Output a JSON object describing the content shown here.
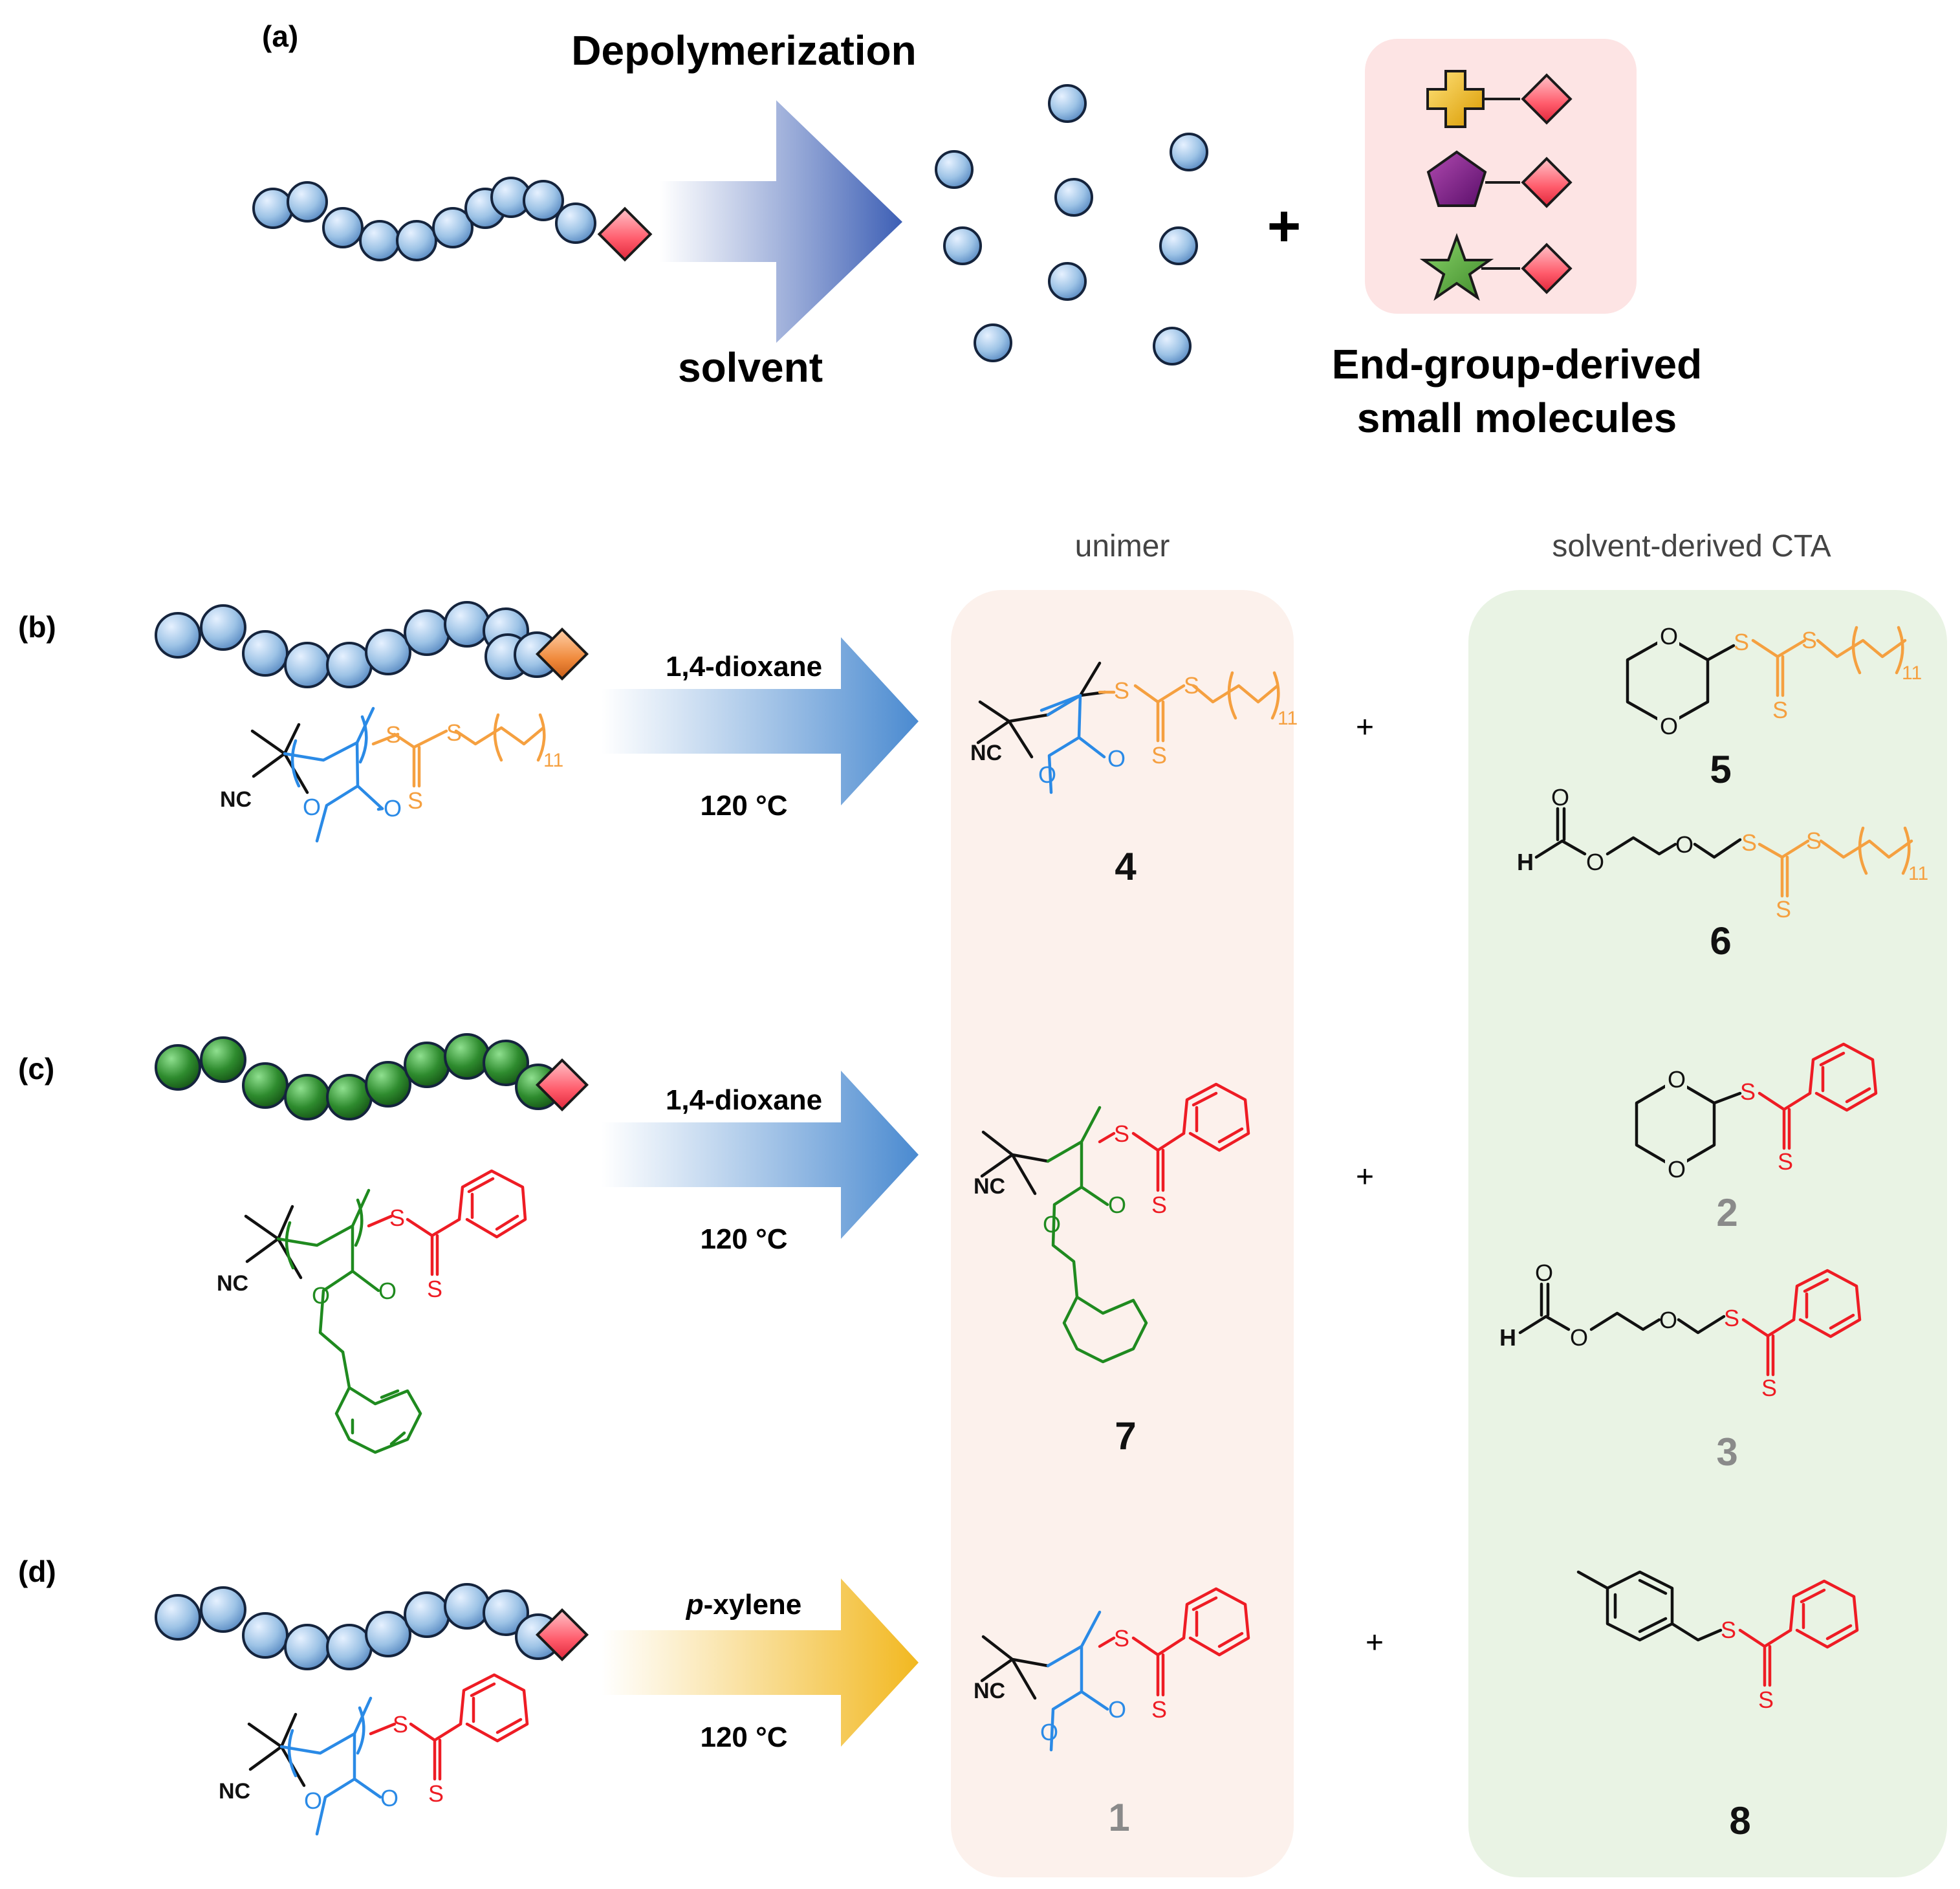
{
  "panel_labels": {
    "a": "(a)",
    "b": "(b)",
    "c": "(c)",
    "d": "(d)"
  },
  "panel_a": {
    "top_label": "Depolymerization",
    "bottom_label": "solvent",
    "plus": "+",
    "products_line1": "End-group-derived",
    "products_line2": "small molecules"
  },
  "column_headers": {
    "unimer": "unimer",
    "cta": "solvent-derived CTA"
  },
  "reactions": [
    {
      "solvent": "1,4-dioxane",
      "temperature": "120 °C"
    },
    {
      "solvent": "1,4-dioxane",
      "temperature": "120 °C"
    },
    {
      "solvent_prefix": "p",
      "solvent_rest": "-xylene",
      "temperature": "120 °C"
    }
  ],
  "plus_sign": "+",
  "atoms": {
    "S": "S",
    "O": "O",
    "H": "H",
    "NC": "NC",
    "repeat": "11"
  },
  "compounds": {
    "c4": "4",
    "c5": "5",
    "c6": "6",
    "c7": "7",
    "c2": "2",
    "c3": "3",
    "c1": "1",
    "c8": "8"
  },
  "colors": {
    "monomer_blue": "#9dc3e6",
    "monomer_green": "#2e8b2e",
    "end_diamond_red": "#ff5b6b",
    "end_diamond_orange": "#f08a3c",
    "trithiocarbonate": "#f5a040",
    "dithiobenzoate": "#ee1c24",
    "pmma": "#2a8ae6",
    "pbnma": "#1f8a1f",
    "unimer_panel": "#fcf1ec",
    "cta_panel": "#e9f3e4",
    "products_box": "#fde4e4",
    "dioxane_arrow": "#4a8ad0",
    "xylene_arrow": "#f2b820",
    "faded_number": "#8a8a8a"
  }
}
